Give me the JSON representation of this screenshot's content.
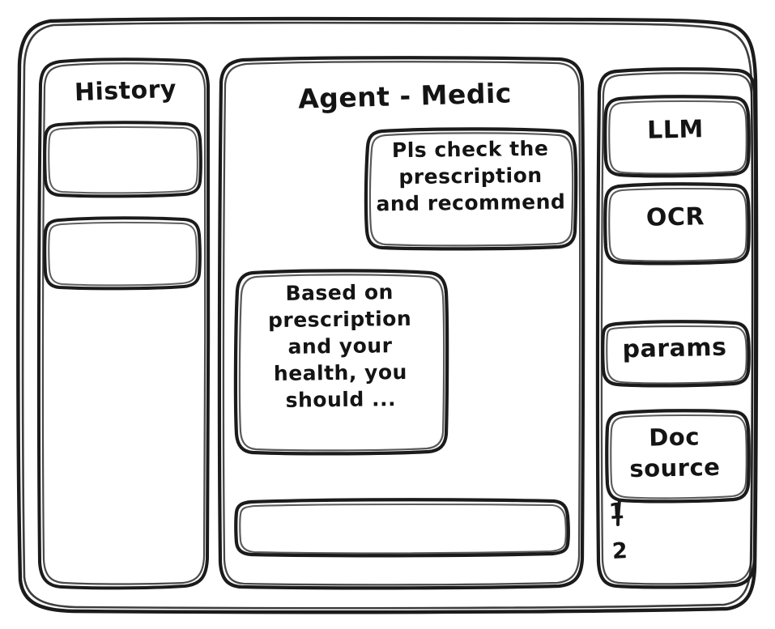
{
  "window": {
    "name": "agent-medic-wireframe",
    "background": "#ffffff",
    "stroke_color": "#1b1b1b"
  },
  "sidebar_left": {
    "title": "History",
    "items": [
      {
        "label": "",
        "name": "history-item-1"
      },
      {
        "label": "",
        "name": "history-item-2"
      }
    ]
  },
  "main": {
    "title": "Agent - Medic",
    "messages": [
      {
        "role": "user",
        "text": "Pls check the\nprescription\nand recommend",
        "align": "right"
      },
      {
        "role": "assistant",
        "text": "Based on\nprescription\nand your\nhealth, you\nshould ...",
        "align": "left"
      }
    ],
    "composer": {
      "value": "",
      "placeholder": ""
    }
  },
  "sidebar_right": {
    "tools": [
      {
        "label": "LLM",
        "name": "tool-llm"
      },
      {
        "label": "OCR",
        "name": "tool-ocr"
      }
    ],
    "config": [
      {
        "label": "params",
        "name": "config-params"
      },
      {
        "label": "Doc\nsource",
        "name": "config-doc-source"
      }
    ],
    "doc_list": [
      {
        "label": "1"
      },
      {
        "label": "2"
      }
    ]
  }
}
